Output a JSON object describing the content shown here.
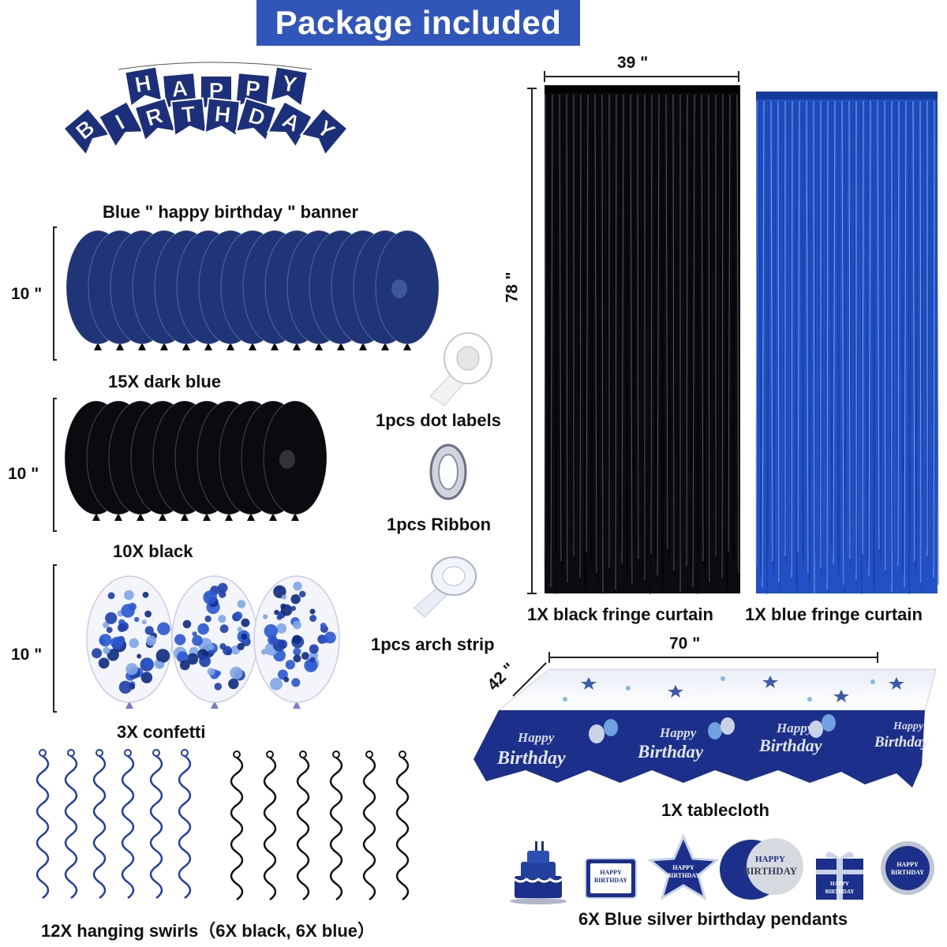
{
  "title": "Package included",
  "banner": {
    "row1_letters": [
      "H",
      "A",
      "P",
      "P",
      "Y"
    ],
    "row2_letters": [
      "B",
      "I",
      "R",
      "T",
      "H",
      "D",
      "A",
      "Y"
    ],
    "label": "Blue  \" happy birthday \"  banner"
  },
  "balloons": {
    "dark_blue": {
      "size": "10 \"",
      "count": 15,
      "label": "15X dark blue"
    },
    "black": {
      "size": "10 \"",
      "count": 10,
      "label": "10X black"
    },
    "confetti": {
      "size": "10 \"",
      "count": 3,
      "label": "3X confetti"
    }
  },
  "accessories": {
    "dot_labels": "1pcs dot labels",
    "ribbon": "1pcs Ribbon",
    "arch_strip": "1pcs arch strip"
  },
  "curtains": {
    "width": "39 \"",
    "height": "78 \"",
    "black_label": "1X black fringe curtain",
    "blue_label": "1X blue fringe curtain"
  },
  "tablecloth": {
    "length": "70 \"",
    "width": "42 \"",
    "label": "1X tablecloth",
    "print_happy": "Happy",
    "print_birthday": "Birthday"
  },
  "swirls": {
    "label": "12X hanging swirls（6X black, 6X blue）"
  },
  "pendants": {
    "label": "6X Blue silver birthday pendants",
    "happy_upper": "HAPPY",
    "birthday_upper": "BIRTHDAY"
  },
  "colors": {
    "title_bg": "#2f56b8",
    "navy": "#1c2f7a",
    "dark_blue_balloon": "#1f3577",
    "black": "#0b0b0f",
    "blue_curtain": "#2151c4"
  }
}
